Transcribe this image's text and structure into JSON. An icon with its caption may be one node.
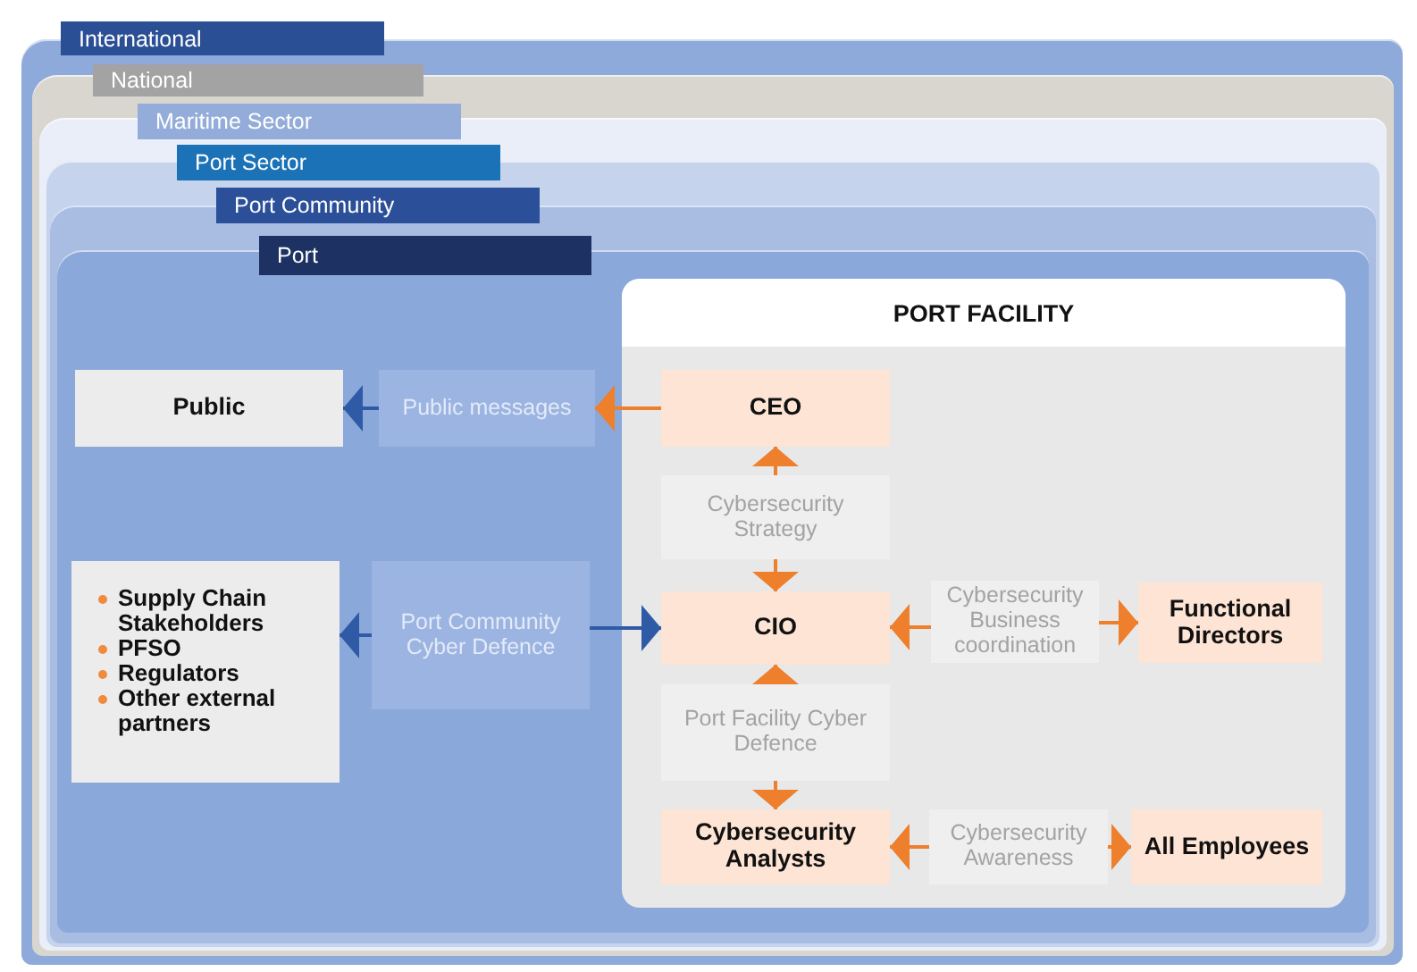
{
  "diagram": {
    "nodes": [
      {
        "text": [
          "International"
        ]
      },
      {
        "text": [
          "National"
        ],
        "in": 0
      },
      {
        "text": [
          "Maritime Sector"
        ],
        "in": 1
      },
      {
        "text": [
          "Port Sector"
        ],
        "in": 2
      },
      {
        "text": [
          "Port Community"
        ],
        "in": 3
      },
      {
        "text": [
          "Port"
        ],
        "in": 4
      },
      {
        "text": [
          "Public"
        ],
        "in": 5
      },
      {
        "text": [
          "Public messages"
        ],
        "in": 5
      },
      {
        "text": [
          "Supply Chain Stakeholders",
          "PFSO",
          "Regulators",
          "Other external partners"
        ],
        "in": 5
      },
      {
        "text": [
          "Port Community Cyber Defence"
        ],
        "in": 5
      },
      {
        "text": [
          "PORT FACILITY"
        ],
        "in": 5
      },
      {
        "text": [
          "CEO"
        ],
        "in": 10
      },
      {
        "text": [
          "Cybersecurity Strategy"
        ],
        "in": 10
      },
      {
        "text": [
          "CIO"
        ],
        "in": 10
      },
      {
        "text": [
          "Cybersecurity Business coordination"
        ],
        "in": 10
      },
      {
        "text": [
          "Functional Directors"
        ],
        "in": 10
      },
      {
        "text": [
          "Port Facility Cyber Defence"
        ],
        "in": 10
      },
      {
        "text": [
          "Cybersecurity Analysts"
        ],
        "in": 10
      },
      {
        "text": [
          "Cybersecurity Awareness"
        ],
        "in": 10
      },
      {
        "text": [
          "All Employees"
        ],
        "in": 10
      }
    ],
    "edges": [
      {
        "from": 11,
        "to": 7,
        "arrow": "to"
      },
      {
        "from": 7,
        "to": 6,
        "arrow": "to",
        "color": "#2f5ba6"
      },
      {
        "from": 9,
        "to": 8,
        "arrow": "to",
        "color": "#2f5ba6"
      },
      {
        "from": 9,
        "to": 13,
        "arrow": "to",
        "color": "#2f5ba6"
      },
      {
        "from": 12,
        "to": 11,
        "arrow": "to"
      },
      {
        "from": 12,
        "to": 13,
        "arrow": "to"
      },
      {
        "from": 14,
        "to": 13,
        "arrow": "to"
      },
      {
        "from": 14,
        "to": 15,
        "arrow": "to"
      },
      {
        "from": 16,
        "to": 13,
        "arrow": "to"
      },
      {
        "from": 16,
        "to": 17,
        "arrow": "to"
      },
      {
        "from": 18,
        "to": 17,
        "arrow": "to"
      },
      {
        "from": 18,
        "to": 19,
        "arrow": "to"
      }
    ]
  }
}
